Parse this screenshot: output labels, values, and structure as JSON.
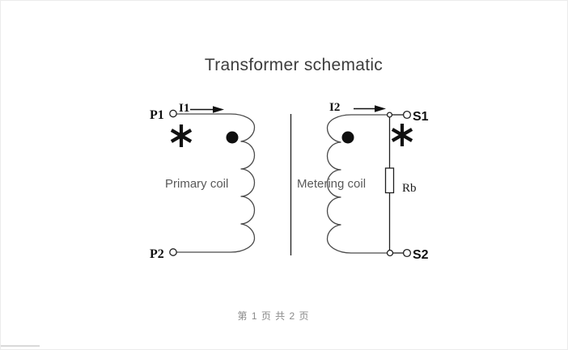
{
  "page": {
    "title": "Transformer schematic",
    "footer": {
      "text": "第 1 页 共 2 页",
      "page_current": "1",
      "page_total": "2"
    }
  },
  "schematic": {
    "primary": {
      "terminal_top": "P1",
      "terminal_bottom": "P2",
      "current_label": "I1",
      "coil_label": "Primary coil"
    },
    "secondary": {
      "terminal_top": "S1",
      "terminal_bottom": "S2",
      "current_label": "I2",
      "coil_label": "Metering coil",
      "burden_resistor_label": "Rb"
    },
    "icons": {
      "polarity_dot": "polarity-dot-icon",
      "polarity_star": "asterisk-icon",
      "terminal_circle": "terminal-circle-icon",
      "current_arrow": "arrow-right-icon"
    },
    "colors": {
      "line": "#1f1f1f",
      "label": "#0f0f0f",
      "coil_text": "#595959",
      "title_text": "#3d3d3d",
      "footer_text": "#8a8a8a",
      "background": "#ffffff"
    }
  }
}
